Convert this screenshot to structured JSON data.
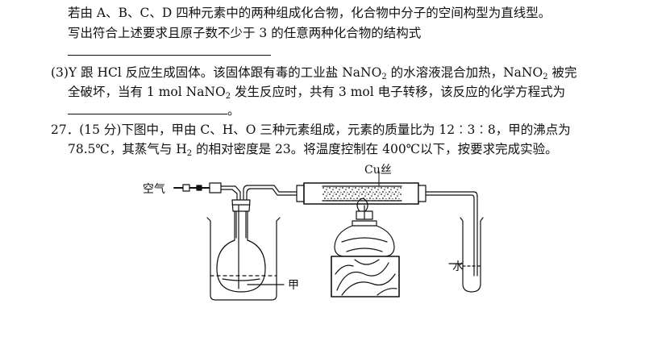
{
  "part2": {
    "line1": "若由 A、B、C、D 四种元素中的两种组成化合物，化合物中分子的空间构型为直线型。",
    "line2": "写出符合上述要求且原子数不少于 3 的任意两种化合物的结构式"
  },
  "part3": {
    "line1_a": "(3)Y 跟 HCl 反应生成固体。该固体跟有毒的工业盐 NaNO",
    "line1_sub1": "2",
    "line1_b": " 的水溶液混合加热，NaNO",
    "line1_sub2": "2",
    "line1_c": " 被完",
    "line2_a": "全破坏，当有 1 mol NaNO",
    "line2_sub": "2",
    "line2_b": " 发生反应时，共有 3 mol 电子转移，该反应的化学方程式为",
    "line3_end": "。"
  },
  "q27": {
    "line1": "27．(15 分)下图中，甲由 C、H、O 三种元素组成，元素的质量比为 12︰3︰8，甲的沸点为",
    "line2_a": "78.5℃，其蒸气与 H",
    "line2_sub": "2",
    "line2_b": " 的相对密度是 23。将温度控制在 400℃以下，按要求完成实验。"
  },
  "figure": {
    "label_air": "空气",
    "label_cu": "Cu丝",
    "label_water": "水",
    "label_jia": "甲"
  }
}
